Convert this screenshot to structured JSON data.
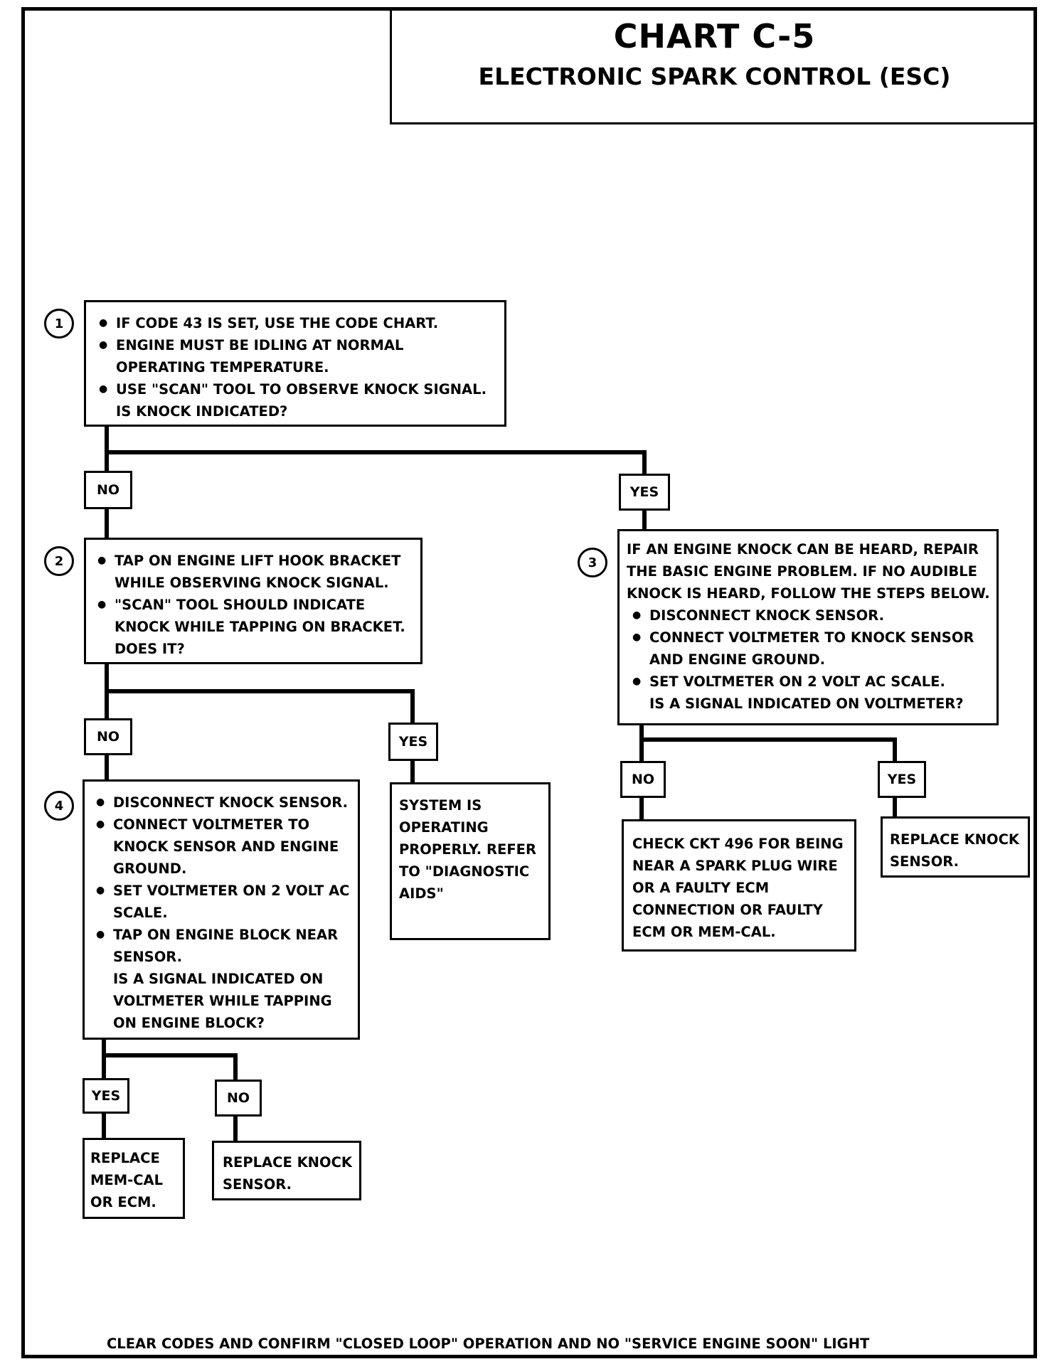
{
  "title": "CHART C-5",
  "subtitle": "ELECTRONIC SPARK CONTROL (ESC)",
  "steps": {
    "s1": {
      "number": "1",
      "items": [
        "IF CODE 43 IS SET, USE THE CODE CHART.",
        "ENGINE MUST BE IDLING AT NORMAL OPERATING TEMPERATURE.",
        "USE \"SCAN\" TOOL TO OBSERVE KNOCK SIGNAL."
      ],
      "question": "IS KNOCK INDICATED?"
    },
    "s2": {
      "number": "2",
      "items": [
        "TAP ON ENGINE LIFT HOOK BRACKET WHILE OBSERVING KNOCK SIGNAL.",
        "\"SCAN\" TOOL SHOULD INDICATE KNOCK WHILE TAPPING ON BRACKET."
      ],
      "question": "DOES IT?"
    },
    "s3": {
      "number": "3",
      "intro": "IF AN ENGINE KNOCK CAN BE HEARD, REPAIR THE BASIC ENGINE PROBLEM.  IF NO AUDIBLE KNOCK IS HEARD, FOLLOW THE STEPS BELOW.",
      "items": [
        "DISCONNECT KNOCK SENSOR.",
        "CONNECT VOLTMETER TO KNOCK SENSOR AND ENGINE GROUND.",
        "SET VOLTMETER ON 2 VOLT AC SCALE."
      ],
      "question": "IS A SIGNAL INDICATED ON VOLTMETER?"
    },
    "s4": {
      "number": "4",
      "items": [
        "DISCONNECT KNOCK SENSOR.",
        "CONNECT VOLTMETER TO KNOCK SENSOR AND ENGINE GROUND.",
        "SET VOLTMETER ON 2 VOLT AC SCALE.",
        "TAP ON ENGINE BLOCK NEAR SENSOR."
      ],
      "question": "IS A SIGNAL INDICATED ON VOLTMETER WHILE TAPPING ON ENGINE BLOCK?"
    }
  },
  "results": {
    "system_ok": "SYSTEM IS OPERATING PROPERLY.  REFER TO \"DIAGNOSTIC AIDS\"",
    "check_ckt": "CHECK CKT 496 FOR BEING NEAR A SPARK PLUG WIRE OR A FAULTY ECM CONNECTION OR FAULTY ECM OR MEM-CAL.",
    "replace_sensor_a": "REPLACE KNOCK SENSOR.",
    "replace_memcal": "REPLACE MEM-CAL OR ECM.",
    "replace_sensor_b": "REPLACE KNOCK SENSOR."
  },
  "labels": {
    "no": "NO",
    "yes": "YES"
  },
  "footer": "CLEAR CODES AND CONFIRM \"CLOSED LOOP\" OPERATION AND NO  \"SERVICE ENGINE SOON\"  LIGHT"
}
